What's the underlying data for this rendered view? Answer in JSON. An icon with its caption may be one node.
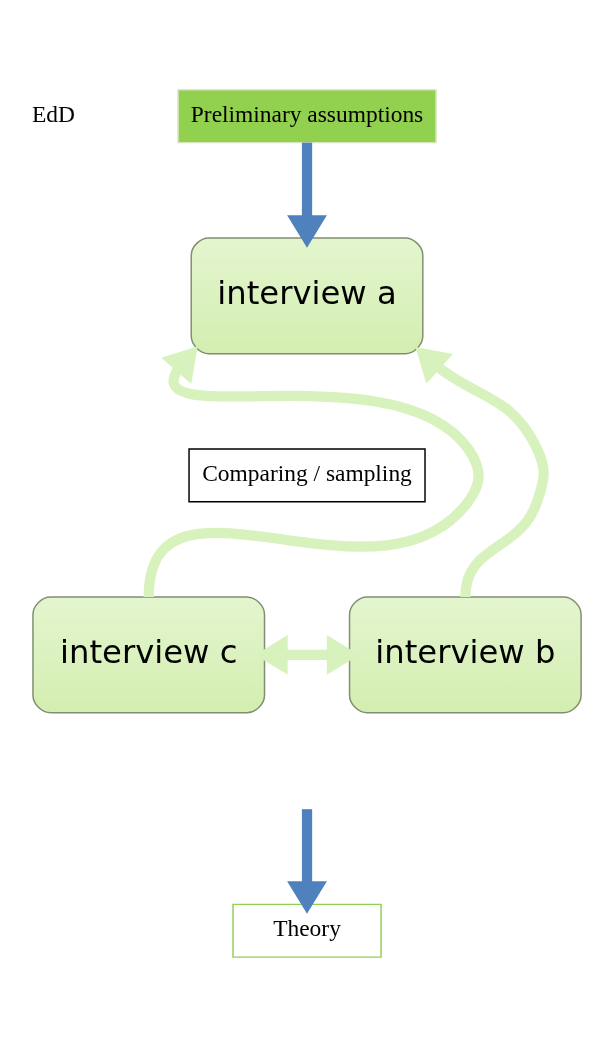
{
  "diagram": {
    "nodes": [
      {
        "text": [
          "Preliminary assumptions"
        ]
      },
      {
        "text": [
          "interview a"
        ]
      },
      {
        "text": [
          "Comparing / sampling"
        ]
      },
      {
        "text": [
          "interview c"
        ]
      },
      {
        "text": [
          "interview b"
        ]
      },
      {
        "text": [
          "Theory"
        ]
      }
    ],
    "edges": [
      {
        "from": 0,
        "to": 1,
        "arrow": "to",
        "color": "#4f81bd"
      },
      {
        "from": 3,
        "to": 1,
        "arrow": "to"
      },
      {
        "from": 4,
        "to": 1,
        "arrow": "to"
      },
      {
        "from": 3,
        "to": 4,
        "arrow": "both"
      },
      {
        "from": null,
        "to": 5,
        "arrow": "to",
        "color": "#4f81bd"
      }
    ],
    "labels": [
      "EdD"
    ]
  }
}
